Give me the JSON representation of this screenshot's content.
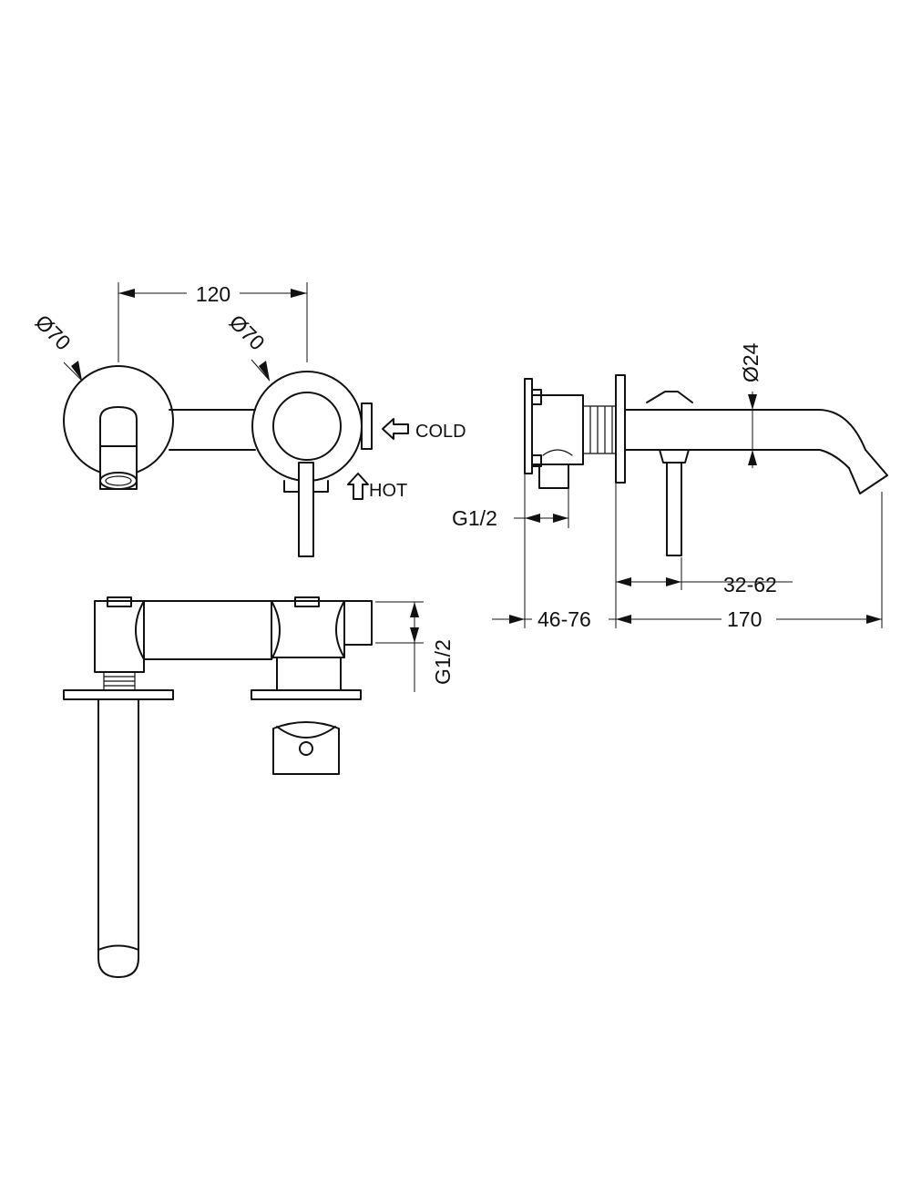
{
  "dimensions": {
    "width_120": "120",
    "dia_70_left": "Ø70",
    "dia_70_right": "Ø70",
    "dia_24": "Ø24",
    "g12_side": "G1/2",
    "g12_top": "G1/2",
    "range_32_62": "32-62",
    "range_46_76": "46-76",
    "length_170": "170"
  },
  "labels": {
    "cold": "COLD",
    "hot": "HOT"
  }
}
